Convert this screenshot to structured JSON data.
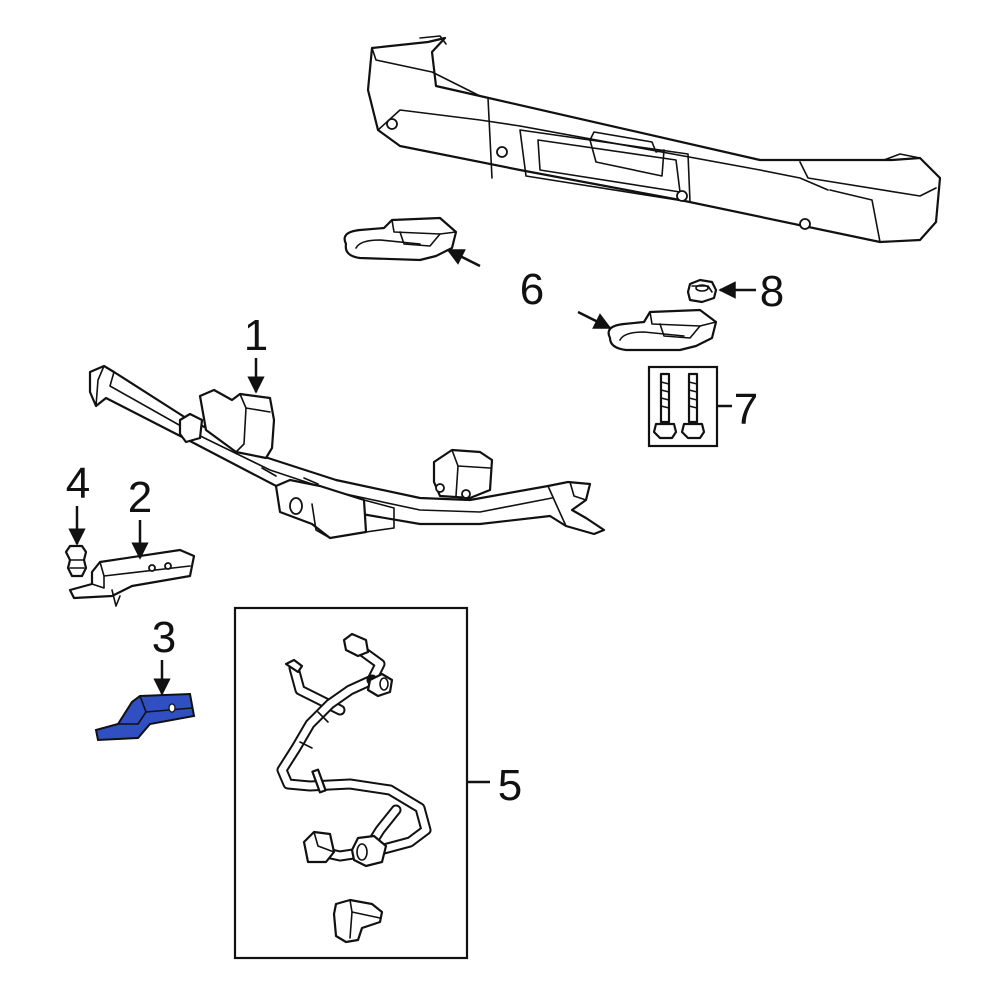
{
  "callouts": [
    {
      "id": "1",
      "label": "1"
    },
    {
      "id": "2",
      "label": "2"
    },
    {
      "id": "3",
      "label": "3"
    },
    {
      "id": "4",
      "label": "4"
    },
    {
      "id": "5",
      "label": "5"
    },
    {
      "id": "6",
      "label": "6"
    },
    {
      "id": "7",
      "label": "7"
    },
    {
      "id": "8",
      "label": "8"
    }
  ],
  "colors": {
    "highlight": "#2f4fc2",
    "line": "#111111",
    "background": "#ffffff"
  }
}
